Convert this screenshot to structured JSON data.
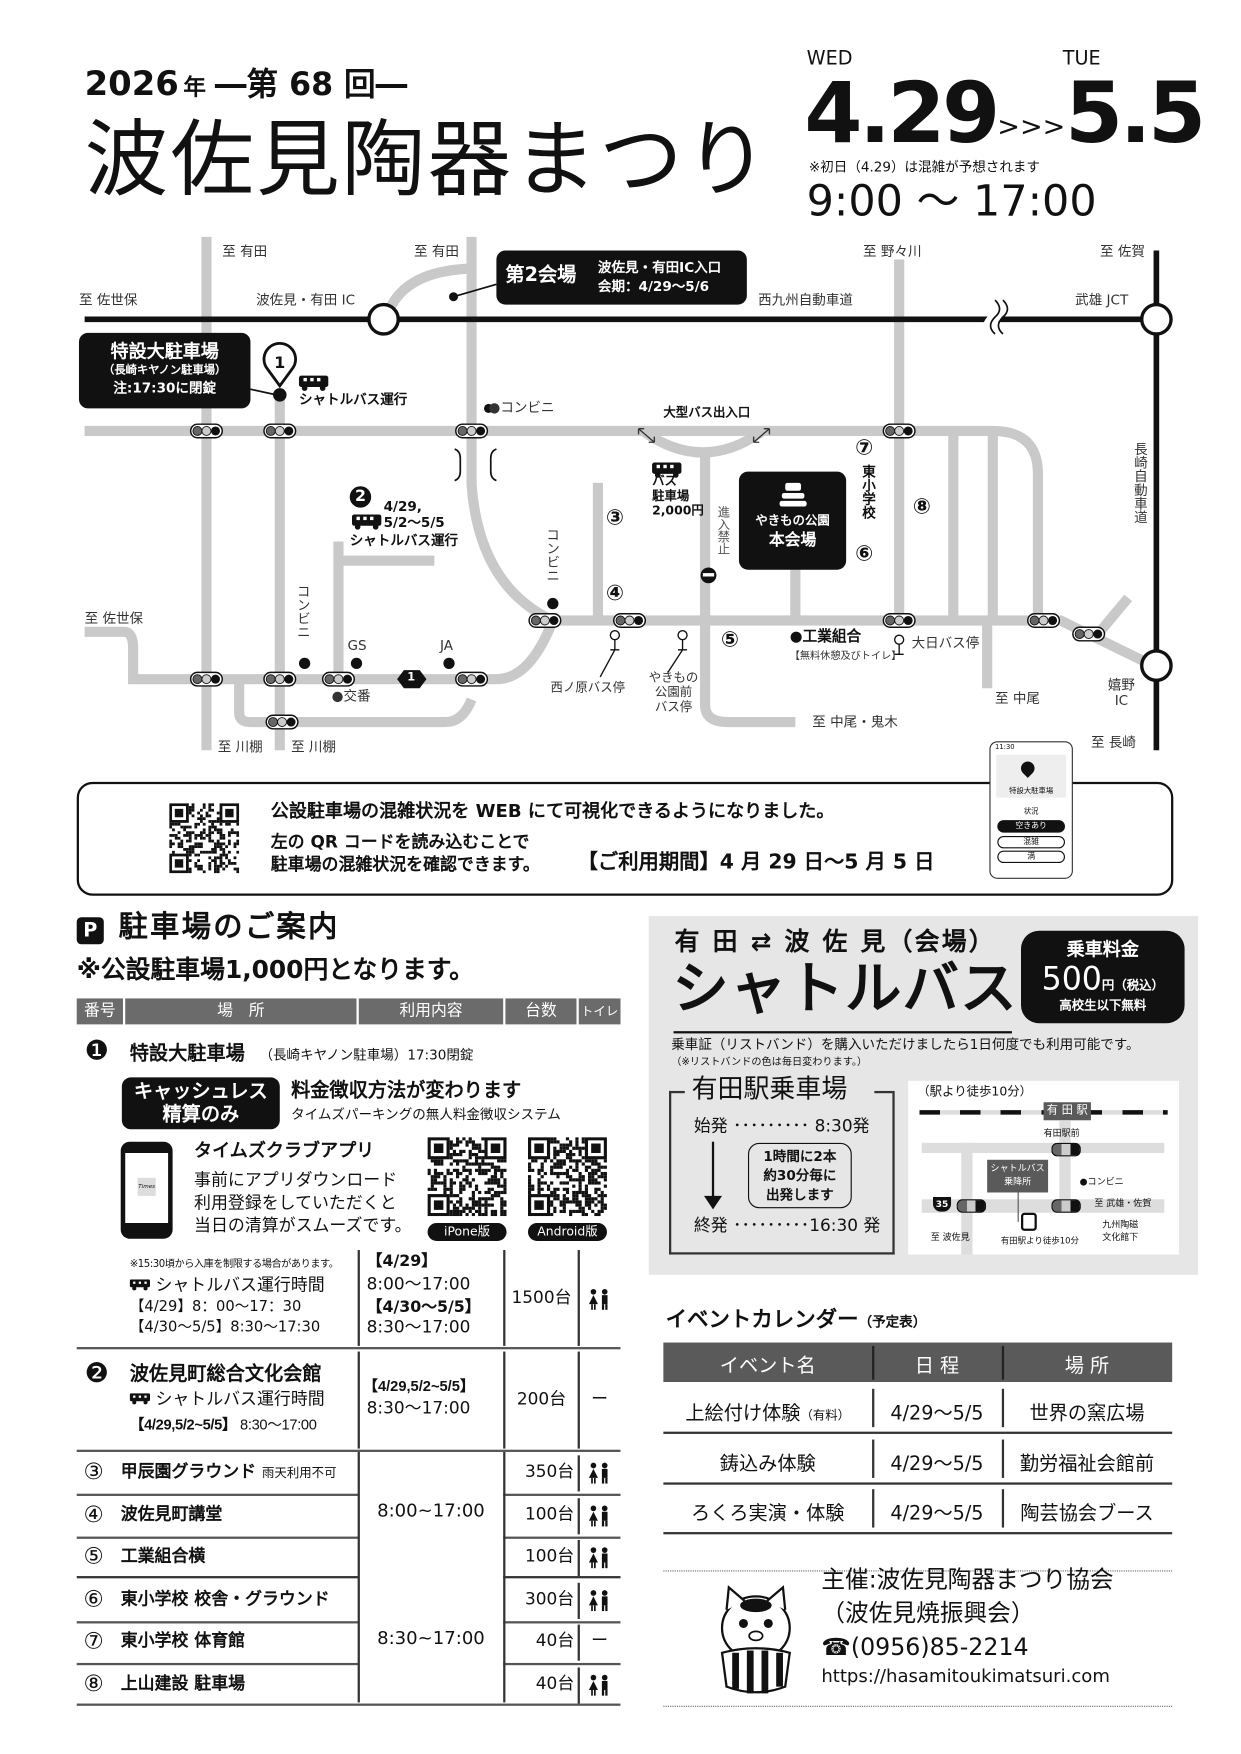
{
  "header": {
    "year": "2026",
    "year_suffix": "年",
    "edition": "―第 68 回―",
    "title": "波佐見陶器まつり",
    "start_dow": "WED",
    "start_date": "4.29",
    "arrows": ">>>",
    "end_dow": "TUE",
    "end_date": "5.5",
    "note": "※初日（4.29）は混雑が予想されます",
    "hours": "9:00 〜 17:00"
  },
  "map": {
    "to_arita_1": "至 有田",
    "to_arita_2": "至 有田",
    "to_sasebo_1": "至 佐世保",
    "to_sasebo_2": "至 佐世保",
    "ic_hasami": "波佐見・有田 IC",
    "expressway": "西九州自動車道",
    "to_nonokawa": "至 野々川",
    "to_saga": "至 佐賀",
    "takeo_jct": "武雄 JCT",
    "nagasaki_expressway": "長崎自動車道",
    "venue2": {
      "title": "第2会場",
      "line1": "波佐見・有田IC入口",
      "line2": "会期：4/29〜5/6"
    },
    "special_lot": {
      "title": "特設大駐車場",
      "sub": "（長崎キヤノン駐車場）",
      "note": "注:17:30に閉錠"
    },
    "shuttle_run": "シャトルバス運行",
    "convenience": "●コンビニ",
    "convenience_v": "コンビニ",
    "bus_gate": "大型バス出入口",
    "bus_parking": {
      "line1": "バス",
      "line2": "駐車場",
      "line3": "2,000円"
    },
    "lot2": {
      "num": "2",
      "date1": "4/29,",
      "date2": "5/2〜5/5",
      "run": "シャトルバス運行"
    },
    "main_venue": {
      "park": "やきもの公園",
      "hall": "本会場"
    },
    "higashi_school": "東小学校",
    "no_entry": "進入禁止",
    "gs": "GS",
    "ja": "JA",
    "koban": "●交番",
    "route": "1",
    "pin_num": "1",
    "nishinohara": "西ノ原バス停",
    "yakimono_stop": {
      "line1": "やきもの",
      "line2": "公園前",
      "line3": "バス停"
    },
    "kogyo": "●工業組合",
    "kogyo_note": "【無料休憩及びトイレ】",
    "dainichi": "大日バス停",
    "to_nakao_onigi": "至 中尾・鬼木",
    "to_nakao": "至 中尾",
    "ureshino": {
      "line1": "嬉野",
      "line2": "IC"
    },
    "to_nagasaki": "至 長崎",
    "to_kawatana_1": "至 川棚",
    "to_kawatana_2": "至 川棚",
    "lot_numbers": {
      "n3": "③",
      "n4": "④",
      "n5": "⑤",
      "n6": "⑥",
      "n7": "⑦",
      "n8": "⑧"
    }
  },
  "notice": {
    "line1": "公設駐車場の混雑状況を WEB にて可視化できるようになりました。",
    "line2": "左の QR コードを読み込むことで",
    "line3": "駐車場の混雑状況を確認できます。",
    "period": "【ご利用期間】4 月 29 日〜5 月 5 日",
    "phone": {
      "time": "11:30",
      "lot": "特設大駐車場",
      "status_label": "状況",
      "opt1": "空きあり",
      "opt2": "混雑",
      "opt3": "満"
    }
  },
  "parking": {
    "badge": "P",
    "title": "駐車場のご案内",
    "subtitle": "※公設駐車場1,000円となります。",
    "headers": {
      "num": "番号",
      "place": "場　所",
      "usage": "利用内容",
      "count": "台数",
      "toilet": "トイレ"
    },
    "lot1": {
      "num": "❶",
      "name": "特設大駐車場",
      "sub": "（長崎キヤノン駐車場）17:30閉錠",
      "cashless1": "キャッシュレス",
      "cashless2": "精算のみ",
      "change": "料金徴収方法が変わります",
      "system": "タイムズパーキングの無人料金徴収システム",
      "app_title": "タイムズクラブアプリ",
      "app_line1": "事前にアプリダウンロード",
      "app_line2": "利用登録をしていただくと",
      "app_line3": "当日の清算がスムーズです。",
      "app_logo": "Times",
      "ios": "iPone版",
      "android": "Android版",
      "note": "※15:30頃から入庫を制限する場合があります。",
      "shuttle_label": "シャトルバス運行時間",
      "shuttle1": "【4/29】8：00〜17：30",
      "shuttle2": "【4/30〜5/5】8:30〜17:30",
      "usage_d1": "【4/29】",
      "usage_t1": "8:00〜17:00",
      "usage_d2": "【4/30〜5/5】",
      "usage_t2": "8:30〜17:00",
      "count": "1500台"
    },
    "lot2": {
      "num": "❷",
      "name": "波佐見町総合文化会館",
      "shuttle_label": "シャトルバス運行時間",
      "shuttle_d": "【4/29,5/2~5/5】",
      "shuttle_t": "8:30〜17:00",
      "usage_d": "【4/29,5/2~5/5】",
      "usage_t": "8:30〜17:00",
      "count": "200台",
      "toilet": "ー"
    },
    "group_a_hours": "8:00~17:00",
    "group_b_hours": "8:30~17:00",
    "rows": [
      {
        "num": "③",
        "name": "甲辰園グラウンド",
        "note": "雨天利用不可",
        "count": "350台",
        "toilet": true
      },
      {
        "num": "④",
        "name": "波佐見町講堂",
        "note": "",
        "count": "100台",
        "toilet": true
      },
      {
        "num": "⑤",
        "name": "工業組合横",
        "note": "",
        "count": "100台",
        "toilet": true
      },
      {
        "num": "⑥",
        "name": "東小学校 校舎・グラウンド",
        "note": "",
        "count": "300台",
        "toilet": true
      },
      {
        "num": "⑦",
        "name": "東小学校 体育館",
        "note": "",
        "count": "40台",
        "toilet": false,
        "toilet_text": "ー"
      },
      {
        "num": "⑧",
        "name": "上山建設 駐車場",
        "note": "",
        "count": "40台",
        "toilet": true
      }
    ]
  },
  "shuttle": {
    "route": "有 田 ⇄ 波 佐 見（会場）",
    "title": "シャトルバス",
    "fare_label": "乗車料金",
    "fare": "500",
    "fare_unit": "円（税込）",
    "fare_note": "高校生以下無料",
    "desc": "乗車証（リストバンド）を購入いただけましたら1日何度でも利用可能です。",
    "desc_note": "（※リストバンドの色は毎日変わります。）",
    "stop_title": "有田駅乗車場",
    "first": "始発 ･････････ 8:30発",
    "freq1": "1時間に2本",
    "freq2": "約30分毎に",
    "freq3": "出発します",
    "last": "終発 ･････････16:30 発",
    "mini_map": {
      "walk": "（駅より徒歩10分）",
      "station": "有 田 駅",
      "station_front": "有田駅前",
      "stop1": "シャトルバス",
      "stop2": "乗降所",
      "conv": "●コンビニ",
      "route35": "35",
      "to_takeo": "至 武雄・佐賀",
      "to_hasami": "至 波佐見",
      "walk2": "有田駅より徒歩10分",
      "museum1": "九州陶磁",
      "museum2": "文化館下"
    }
  },
  "events": {
    "title": "イベントカレンダー",
    "title_sub": "（予定表）",
    "headers": [
      "イベント名",
      "日 程",
      "場 所"
    ],
    "rows": [
      {
        "name": "上絵付け体験",
        "name_sub": "（有料）",
        "date": "4/29〜5/5",
        "place": "世界の窯広場"
      },
      {
        "name": "鋳込み体験",
        "name_sub": "",
        "date": "4/29〜5/5",
        "place": "勤労福祉会館前"
      },
      {
        "name": "ろくろ実演・体験",
        "name_sub": "",
        "date": "4/29〜5/5",
        "place": "陶芸協会ブース"
      }
    ]
  },
  "organizer": {
    "line1": "主催:波佐見陶器まつり協会",
    "line2": "（波佐見焼振興会）",
    "phone": "☎(0956)85-2214",
    "url": "https://hasamitoukimatsuri.com"
  }
}
